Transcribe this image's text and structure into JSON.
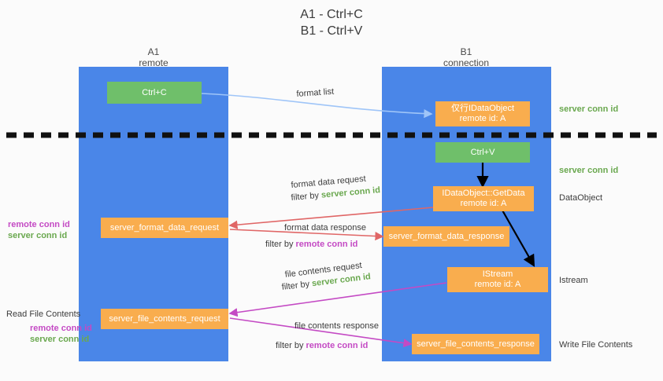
{
  "title": {
    "line1": "A1 - Ctrl+C",
    "line2": "B1 - Ctrl+V"
  },
  "colors": {
    "lane": "#4a86e8",
    "node_green": "#6fbf6a",
    "node_orange": "#f9ad4e",
    "server_conn": "#6aa84f",
    "remote_conn": "#c44ac4",
    "arrow_blue": "#9fc5f8",
    "arrow_red": "#e06666",
    "arrow_magenta": "#c44ac4",
    "arrow_black": "#000000",
    "background": "#fbfbfb"
  },
  "columns": [
    {
      "title": "A1",
      "subtitle": "remote"
    },
    {
      "title": "B1",
      "subtitle": "connection"
    }
  ],
  "nodes": [
    {
      "id": "ctrl-c",
      "line1": "Ctrl+C",
      "line2": "",
      "color": "green"
    },
    {
      "id": "idataobject",
      "line1": "仅行IDataObject",
      "line2": "remote id: A",
      "color": "orange"
    },
    {
      "id": "ctrl-v",
      "line1": "Ctrl+V",
      "line2": "",
      "color": "green"
    },
    {
      "id": "idataobject-getdata",
      "line1": "IDataObject::GetData",
      "line2": "remote id: A",
      "color": "orange"
    },
    {
      "id": "server-format-data-request",
      "line1": "server_format_data_request",
      "line2": "",
      "color": "orange"
    },
    {
      "id": "server-format-data-response",
      "line1": "server_format_data_response",
      "line2": "",
      "color": "orange"
    },
    {
      "id": "istream",
      "line1": "IStream",
      "line2": "remote id: A",
      "color": "orange"
    },
    {
      "id": "server-file-contents-request",
      "line1": "server_file_contents_request",
      "line2": "",
      "color": "orange"
    },
    {
      "id": "server-file-contents-response",
      "line1": "server_file_contents_response",
      "line2": "",
      "color": "orange"
    }
  ],
  "edge_labels": {
    "format_list": "format list",
    "format_data_request": "format data request",
    "format_data_response": "format data response",
    "file_contents_request": "file contents request",
    "file_contents_response": "file contents response",
    "filter_by": "filter by",
    "server_conn_id": "server conn id",
    "remote_conn_id": "remote conn id"
  },
  "side_notes": {
    "server_conn_top": "server conn id",
    "server_conn_second": "server conn id",
    "data_object": "DataObject",
    "istream": "Istream",
    "write_file_contents": "Write File Contents",
    "read_file_contents": "Read File Contents",
    "remote_conn_id": "remote conn id",
    "server_conn_id": "server conn id"
  }
}
